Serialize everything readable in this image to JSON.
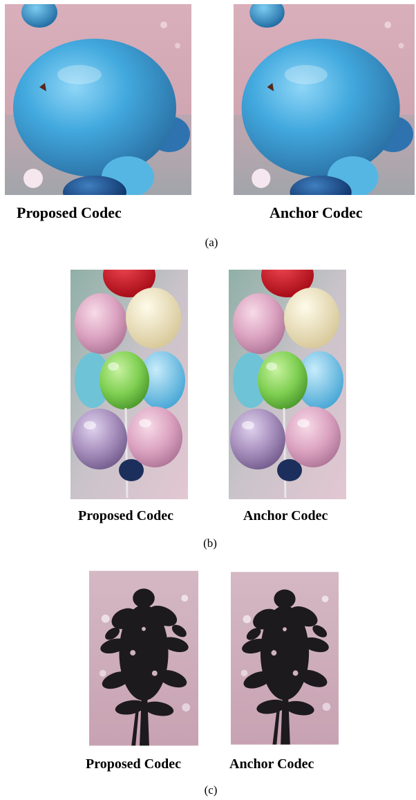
{
  "panels": [
    {
      "label": "(a)",
      "left_caption": "Proposed Codec",
      "right_caption": "Anchor Codec"
    },
    {
      "label": "(b)",
      "left_caption": "Proposed Codec",
      "right_caption": "Anchor Codec"
    },
    {
      "label": "(c)",
      "left_caption": "Proposed Codec",
      "right_caption": "Anchor Codec"
    }
  ],
  "colors": {
    "background_pink": "#d7aeb9",
    "big_balloon_blue": "#3ea4db",
    "tree_dark": "#1c1a1c",
    "balloon_red": "#c8101c",
    "balloon_green": "#7fcf52",
    "balloon_cream": "#efe7c6",
    "balloon_pink": "#dba2c0",
    "balloon_purple": "#a58dbb",
    "balloon_lightblue": "#6fc4e8"
  }
}
